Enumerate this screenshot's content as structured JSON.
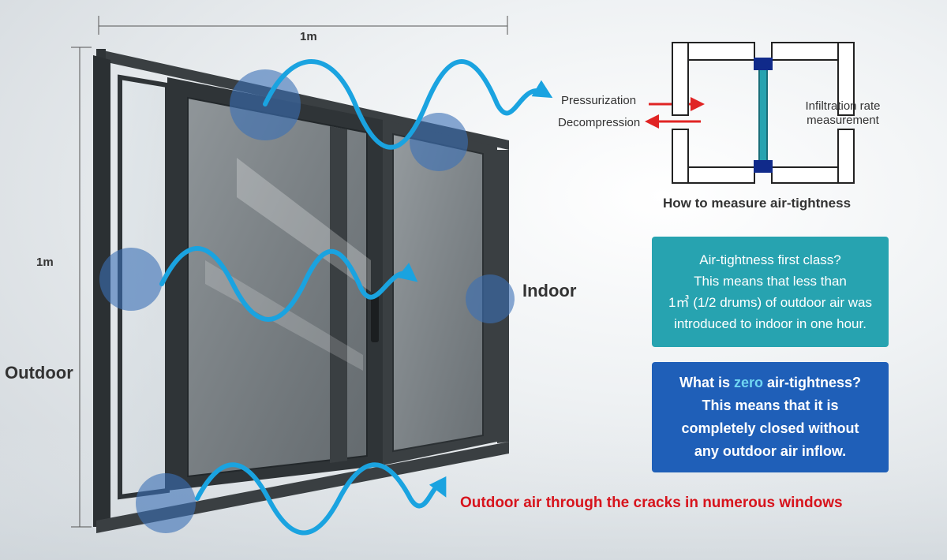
{
  "labels": {
    "top_dimension": "1m",
    "side_dimension": "1m",
    "outdoor": "Outdoor",
    "indoor": "Indoor",
    "pressurization": "Pressurization",
    "decompression": "Decompression",
    "infiltration": "Infiltration rate measurement",
    "measure_title": "How to measure air-tightness",
    "cracks_caption": "Outdoor air through the cracks in numerous windows"
  },
  "first_class_box": {
    "line1": "Air-tightness first class?",
    "line2": "This means that less than",
    "line3": "1㎥ (1/2 drums)  of outdoor air was",
    "line4": "introduced to indoor in one hour."
  },
  "zero_box": {
    "line1_prefix": "What is ",
    "line1_highlight": "zero",
    "line1_suffix": " air-tightness?",
    "line2": "This means that it is",
    "line3": "completely closed without",
    "line4": "any outdoor air inflow."
  },
  "colors": {
    "flow_arrow": "#1aa3e0",
    "pressure_arrow": "#e02424",
    "caption_red": "#d7141d",
    "box_teal": "#27a3b0",
    "box_blue": "#1f5fb8",
    "highlight_cyan": "#6fd5f2",
    "frame_dark": "#2f3437"
  }
}
